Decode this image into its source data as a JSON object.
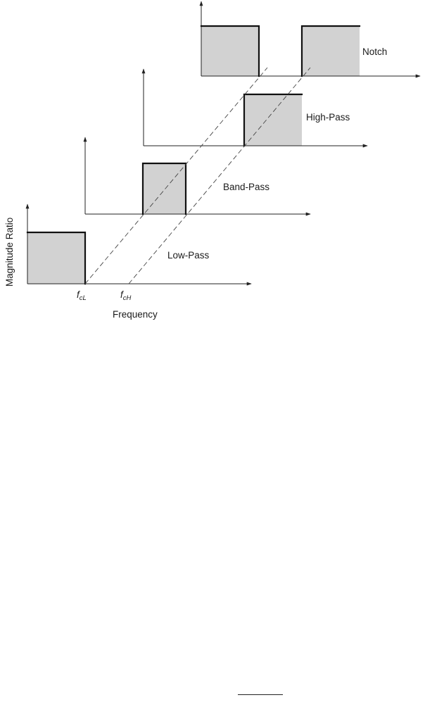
{
  "filters": {
    "notch": "Notch",
    "high_pass": "High-Pass",
    "band_pass": "Band-Pass",
    "low_pass": "Low-Pass"
  },
  "axes": {
    "x_label": "Frequency",
    "y_label": "Magnitude Ratio"
  },
  "markers": {
    "fcL_base": "f",
    "fcL_sub": "cL",
    "fcH_base": "f",
    "fcH_sub": "cH"
  },
  "colors": {
    "fill": "#d2d2d2",
    "line": "#111111"
  }
}
